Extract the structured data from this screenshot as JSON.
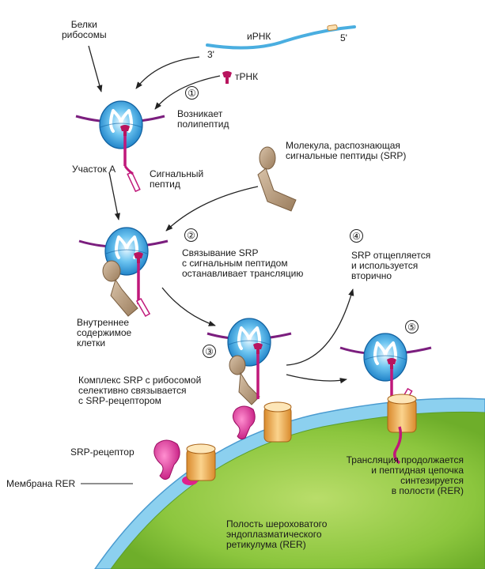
{
  "labels": {
    "ribosome_proteins": "Белки\nрибосомы",
    "mrna": "иРНК",
    "mrna_3prime": "3'",
    "mrna_5prime": "5'",
    "trna": "тРНК",
    "step1_text": "Возникает\nполипептид",
    "site_a": "Участок А",
    "signal_peptide": "Сигнальный\nпептид",
    "srp_molecule": "Молекула, распознающая\nсигнальные пептиды (SRP)",
    "step2_text": "Связывание SRP\nс сигнальным пептидом\nостанавливает трансляцию",
    "step4_text": "SRP отщепляется\nи используется\nвторично",
    "cell_interior": "Внутреннее\nсодержимое\nклетки",
    "step3_text": "Комплекс SRP с рибосомой\nселективно связывается\nс SRP-рецептором",
    "srp_receptor": "SRP-рецептор",
    "rer_membrane": "Мембрана RER",
    "step5_text": "Трансляция продолжается\nи пептидная цепочка\nсинтезируется\nв полости (RER)",
    "rer_lumen": "Полость шероховатого\nэндоплазматического\nретикулума (RER)"
  },
  "steps": [
    "①",
    "②",
    "③",
    "④",
    "⑤"
  ],
  "colors": {
    "ribosome": "#1a8fd6",
    "ribosome_light": "#bfe6fb",
    "mrna": "#4aaee0",
    "peptide": "#c0187a",
    "srp": "#b59a7c",
    "receptor": "#e0208c",
    "channel": "#f0b060",
    "membrane": "#8cd0ef",
    "lumen": "#8cc63e",
    "arrow": "#222222",
    "strand": "#7b1e7e"
  }
}
